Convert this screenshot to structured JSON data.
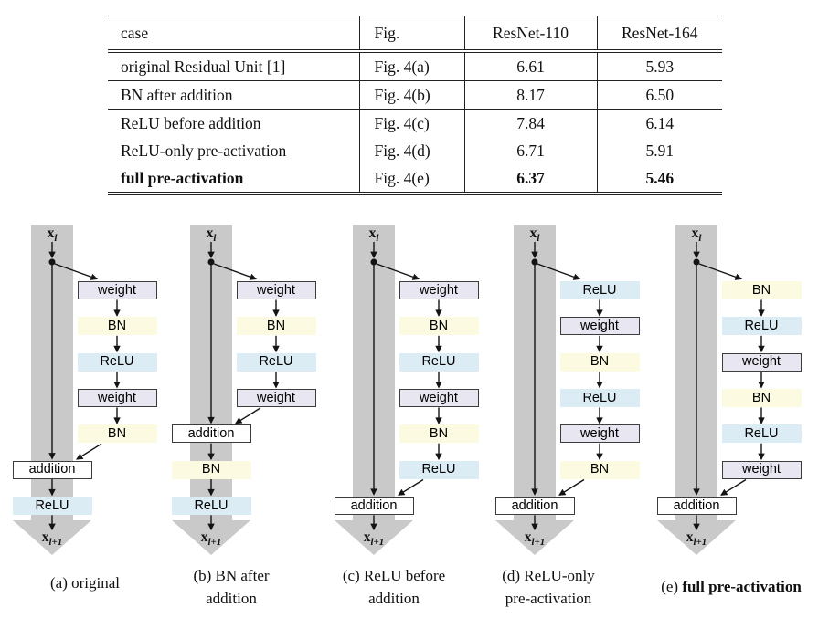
{
  "table": {
    "headers": [
      "case",
      "Fig.",
      "ResNet-110",
      "ResNet-164"
    ],
    "rows": [
      {
        "case": "original Residual Unit [1]",
        "fig": "Fig. 4(a)",
        "r110": "6.61",
        "r164": "5.93"
      },
      {
        "case": "BN after addition",
        "fig": "Fig. 4(b)",
        "r110": "8.17",
        "r164": "6.50"
      },
      {
        "case": "ReLU before addition",
        "fig": "Fig. 4(c)",
        "r110": "7.84",
        "r164": "6.14"
      },
      {
        "case": "ReLU-only pre-activation",
        "fig": "Fig. 4(d)",
        "r110": "6.71",
        "r164": "5.91"
      },
      {
        "case": "full pre-activation",
        "fig": "Fig. 4(e)",
        "r110": "6.37",
        "r164": "5.46"
      }
    ]
  },
  "colors": {
    "weight_fill": "#e8e6f1",
    "bn_fill": "#fcfbe2",
    "relu_fill": "#dcecf4",
    "shortcut_band": "#c9c9c9",
    "box_border": "#3c3c3c",
    "arrow": "#141414"
  },
  "diagrams": [
    {
      "key": "a",
      "input": {
        "base": "x",
        "sub": "l"
      },
      "output": {
        "base": "x",
        "sub": "l+1"
      },
      "slots": [
        {
          "label": "weight",
          "kind": "weight",
          "lane": "branch"
        },
        {
          "label": "BN",
          "kind": "bn",
          "lane": "branch"
        },
        {
          "label": "ReLU",
          "kind": "relu",
          "lane": "branch"
        },
        {
          "label": "weight",
          "kind": "weight",
          "lane": "branch"
        },
        {
          "label": "BN",
          "kind": "bn",
          "lane": "branch"
        },
        {
          "label": "addition",
          "kind": "addition",
          "lane": "main"
        },
        {
          "label": "ReLU",
          "kind": "relu",
          "lane": "main"
        }
      ],
      "caption": [
        [
          {
            "t": "(a) original",
            "b": false
          }
        ]
      ]
    },
    {
      "key": "b",
      "input": {
        "base": "x",
        "sub": "l"
      },
      "output": {
        "base": "x",
        "sub": "l+1"
      },
      "slots": [
        {
          "label": "weight",
          "kind": "weight",
          "lane": "branch"
        },
        {
          "label": "BN",
          "kind": "bn",
          "lane": "branch"
        },
        {
          "label": "ReLU",
          "kind": "relu",
          "lane": "branch"
        },
        {
          "label": "weight",
          "kind": "weight",
          "lane": "branch"
        },
        {
          "label": "addition",
          "kind": "addition",
          "lane": "main"
        },
        {
          "label": "BN",
          "kind": "bn",
          "lane": "main"
        },
        {
          "label": "ReLU",
          "kind": "relu",
          "lane": "main"
        }
      ],
      "caption": [
        [
          {
            "t": "(b) BN after",
            "b": false
          }
        ],
        [
          {
            "t": "addition",
            "b": false
          }
        ]
      ]
    },
    {
      "key": "c",
      "input": {
        "base": "x",
        "sub": "l"
      },
      "output": {
        "base": "x",
        "sub": "l+1"
      },
      "slots": [
        {
          "label": "weight",
          "kind": "weight",
          "lane": "branch"
        },
        {
          "label": "BN",
          "kind": "bn",
          "lane": "branch"
        },
        {
          "label": "ReLU",
          "kind": "relu",
          "lane": "branch"
        },
        {
          "label": "weight",
          "kind": "weight",
          "lane": "branch"
        },
        {
          "label": "BN",
          "kind": "bn",
          "lane": "branch"
        },
        {
          "label": "ReLU",
          "kind": "relu",
          "lane": "branch"
        },
        {
          "label": "addition",
          "kind": "addition",
          "lane": "main"
        }
      ],
      "caption": [
        [
          {
            "t": "(c) ReLU before",
            "b": false
          }
        ],
        [
          {
            "t": "addition",
            "b": false
          }
        ]
      ]
    },
    {
      "key": "d",
      "input": {
        "base": "x",
        "sub": "l"
      },
      "output": {
        "base": "x",
        "sub": "l+1"
      },
      "slots": [
        {
          "label": "ReLU",
          "kind": "relu",
          "lane": "branch"
        },
        {
          "label": "weight",
          "kind": "weight",
          "lane": "branch"
        },
        {
          "label": "BN",
          "kind": "bn",
          "lane": "branch"
        },
        {
          "label": "ReLU",
          "kind": "relu",
          "lane": "branch"
        },
        {
          "label": "weight",
          "kind": "weight",
          "lane": "branch"
        },
        {
          "label": "BN",
          "kind": "bn",
          "lane": "branch"
        },
        {
          "label": "addition",
          "kind": "addition",
          "lane": "main"
        }
      ],
      "caption": [
        [
          {
            "t": "(d) ReLU-only",
            "b": false
          }
        ],
        [
          {
            "t": "pre-activation",
            "b": false
          }
        ]
      ]
    },
    {
      "key": "e",
      "input": {
        "base": "x",
        "sub": "l"
      },
      "output": {
        "base": "x",
        "sub": "l+1"
      },
      "slots": [
        {
          "label": "BN",
          "kind": "bn",
          "lane": "branch"
        },
        {
          "label": "ReLU",
          "kind": "relu",
          "lane": "branch"
        },
        {
          "label": "weight",
          "kind": "weight",
          "lane": "branch"
        },
        {
          "label": "BN",
          "kind": "bn",
          "lane": "branch"
        },
        {
          "label": "ReLU",
          "kind": "relu",
          "lane": "branch"
        },
        {
          "label": "weight",
          "kind": "weight",
          "lane": "branch"
        },
        {
          "label": "addition",
          "kind": "addition",
          "lane": "main"
        }
      ],
      "caption": [
        [
          {
            "t": "(e) ",
            "b": false
          },
          {
            "t": "full pre-activation",
            "b": true
          }
        ]
      ]
    }
  ]
}
